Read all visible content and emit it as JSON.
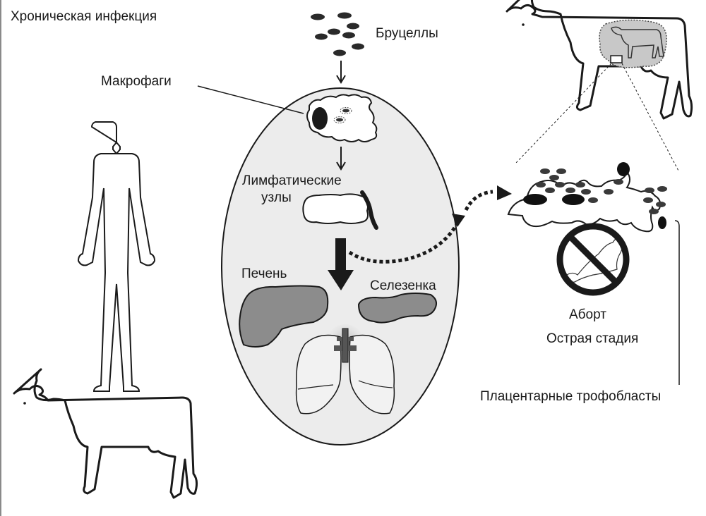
{
  "diagram": {
    "title": "Хроническая инфекция",
    "labels": {
      "brucella": "Бруцеллы",
      "macrophages": "Макрофаги",
      "lymph_nodes_line1": "Лимфатические",
      "lymph_nodes_line2": "узлы",
      "liver": "Печень",
      "spleen": "Селезенка",
      "abortion": "Аборт",
      "acute_stage": "Острая стадия",
      "placental_trophoblasts": "Плацентарные трофобласты"
    },
    "colors": {
      "ink": "#1a1a1a",
      "ellipse_fill": "#ececec",
      "organ_fill": "#8c8c8c",
      "lung_fill": "#f2f2f2",
      "trachea_fill": "#555555",
      "fetus_fill": "#c8c8c8"
    },
    "icons": [
      "brucella-bacteria-icon",
      "macrophage-icon",
      "lymph-node-icon",
      "liver-icon",
      "spleen-icon",
      "lungs-icon",
      "human-figure-icon",
      "cow-icon",
      "pregnant-cow-icon",
      "trophoblast-cells-icon",
      "no-abortion-icon"
    ]
  }
}
